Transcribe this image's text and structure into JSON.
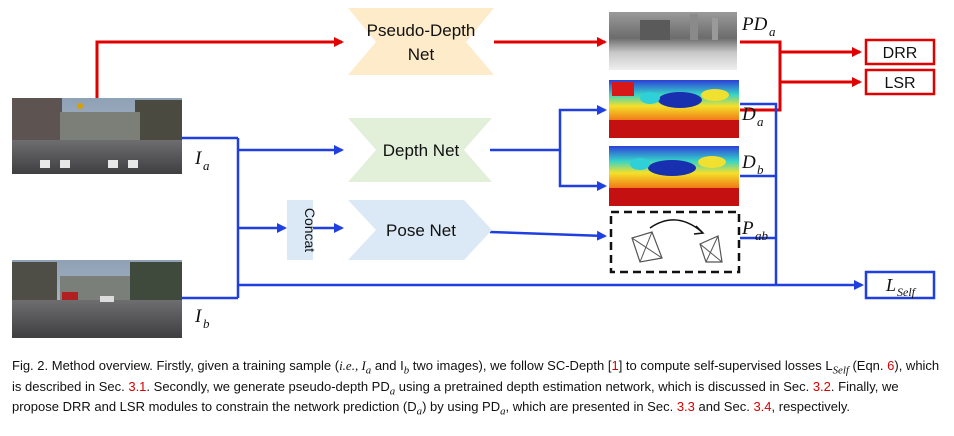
{
  "nodes": {
    "pseudo_depth_net": "Pseudo-Depth Net",
    "depth_net": "Depth Net",
    "pose_net": "Pose Net",
    "concat": "Concat",
    "drr": "DRR",
    "lsr": "LSR"
  },
  "labels": {
    "pd_a": "PD",
    "pd_a_sub": "a",
    "d_a": "D",
    "d_a_sub": "a",
    "d_b": "D",
    "d_b_sub": "b",
    "p_ab": "P",
    "p_ab_sub": "ab",
    "i_a": "I",
    "i_a_sub": "a",
    "i_b": "I",
    "i_b_sub": "b",
    "l_self": "L",
    "l_self_sub": "Self"
  },
  "colors": {
    "red_arrow": "#e00000",
    "blue_arrow": "#1f3fe0",
    "pseudo_depth_fill": "#fdebc9",
    "depth_net_fill": "#e2f0d9",
    "pose_net_fill": "#dbe8f5",
    "concat_fill": "#dbe8f5",
    "red_box_border": "#e00000",
    "blue_box_border": "#1f3fe0"
  },
  "caption": {
    "p1": "Fig. 2. Method overview. Firstly, given a training sample (",
    "ie": "i.e.,",
    "p2": " I",
    "p2_sub": "a",
    "p3": " and I",
    "p3_sub": "b",
    "p4": " two images), we follow SC-Depth [",
    "ref1": "1",
    "p5": "] to compute self-supervised losses L",
    "p5_sub": "Self",
    "p6": " (Eqn. ",
    "ref_eqn": "6",
    "p7": "), which is described in Sec. ",
    "ref_s31": "3.1",
    "p8": ". Secondly, we generate pseudo-depth PD",
    "p8_sub": "a",
    "p9": " using a pretrained depth estimation network, which is discussed in Sec. ",
    "ref_s32": "3.2",
    "p10": ". Finally, we propose DRR and LSR modules to constrain the network prediction (D",
    "p10_sub": "a",
    "p11": ") by using PD",
    "p11_sub": "a",
    "p12": ", which are presented in Sec. ",
    "ref_s33": "3.3",
    "p13": " and Sec. ",
    "ref_s34": "3.4",
    "p14": ", respectively."
  }
}
